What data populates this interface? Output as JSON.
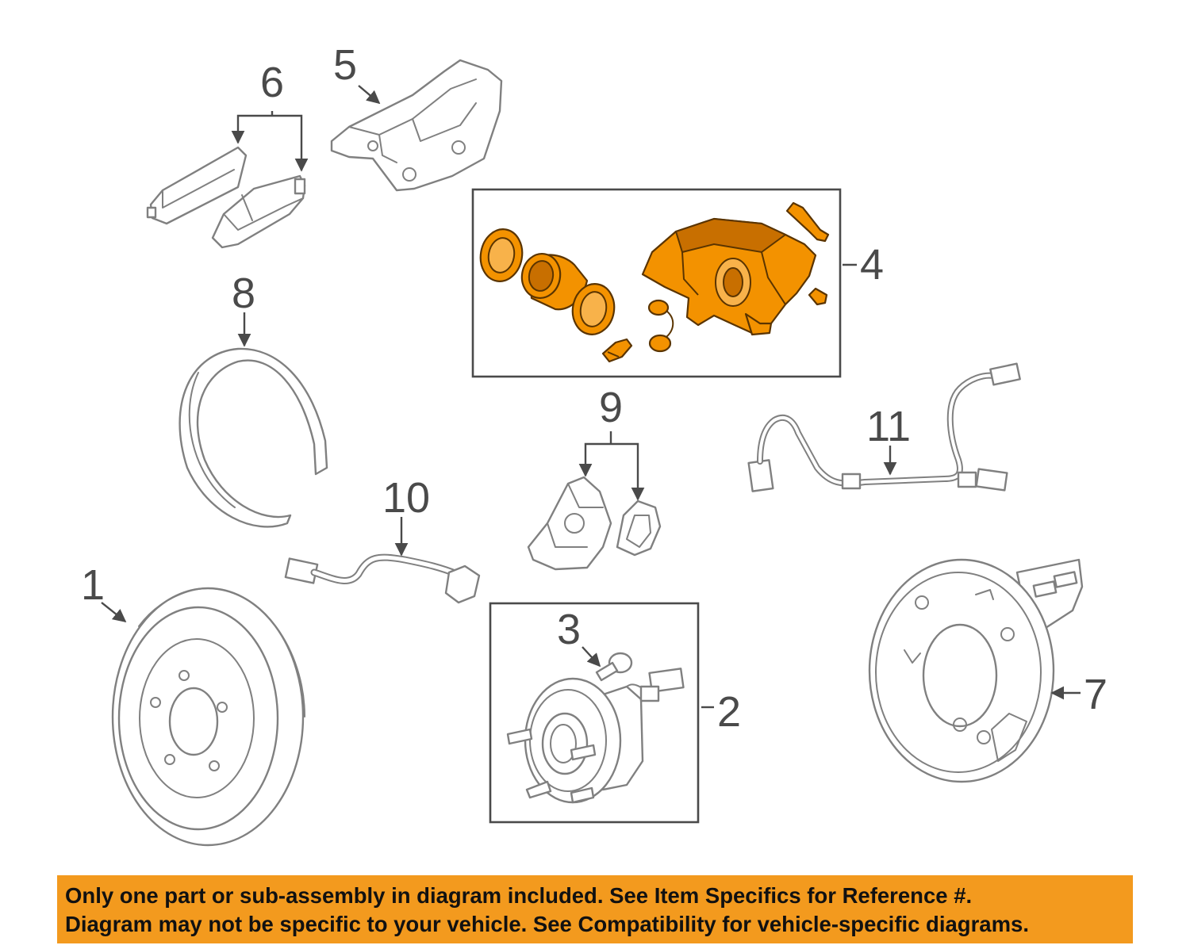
{
  "callouts": {
    "c1": "1",
    "c2": "2",
    "c3": "3",
    "c4": "4",
    "c5": "5",
    "c6": "6",
    "c7": "7",
    "c8": "8",
    "c9": "9",
    "c10": "10",
    "c11": "11"
  },
  "banner": {
    "line1": "Only one part or sub-assembly in diagram included. See Item Specifics for Reference #.",
    "line2": "Diagram may not be specific to your vehicle. See Compatibility for vehicle-specific diagrams."
  },
  "colors": {
    "highlight": "#f39200",
    "banner": "#f39a1e",
    "linework": "#808080"
  }
}
